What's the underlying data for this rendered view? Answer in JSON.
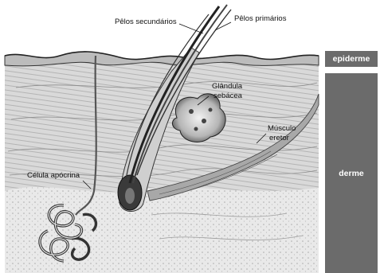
{
  "labels": {
    "pelos_secundarios": "Pêlos secundários",
    "pelos_primarios": "Pêlos primários",
    "glandula_line1": "Glândula",
    "glandula_line2": "sebácea",
    "musculo_line1": "Músculo",
    "musculo_line2": "eretor",
    "celula": "Célula apócrina"
  },
  "layers": {
    "epiderme": "epiderme",
    "derme": "derme"
  },
  "colors": {
    "layer_bar": "#6b6b6b",
    "ink": "#222222"
  }
}
